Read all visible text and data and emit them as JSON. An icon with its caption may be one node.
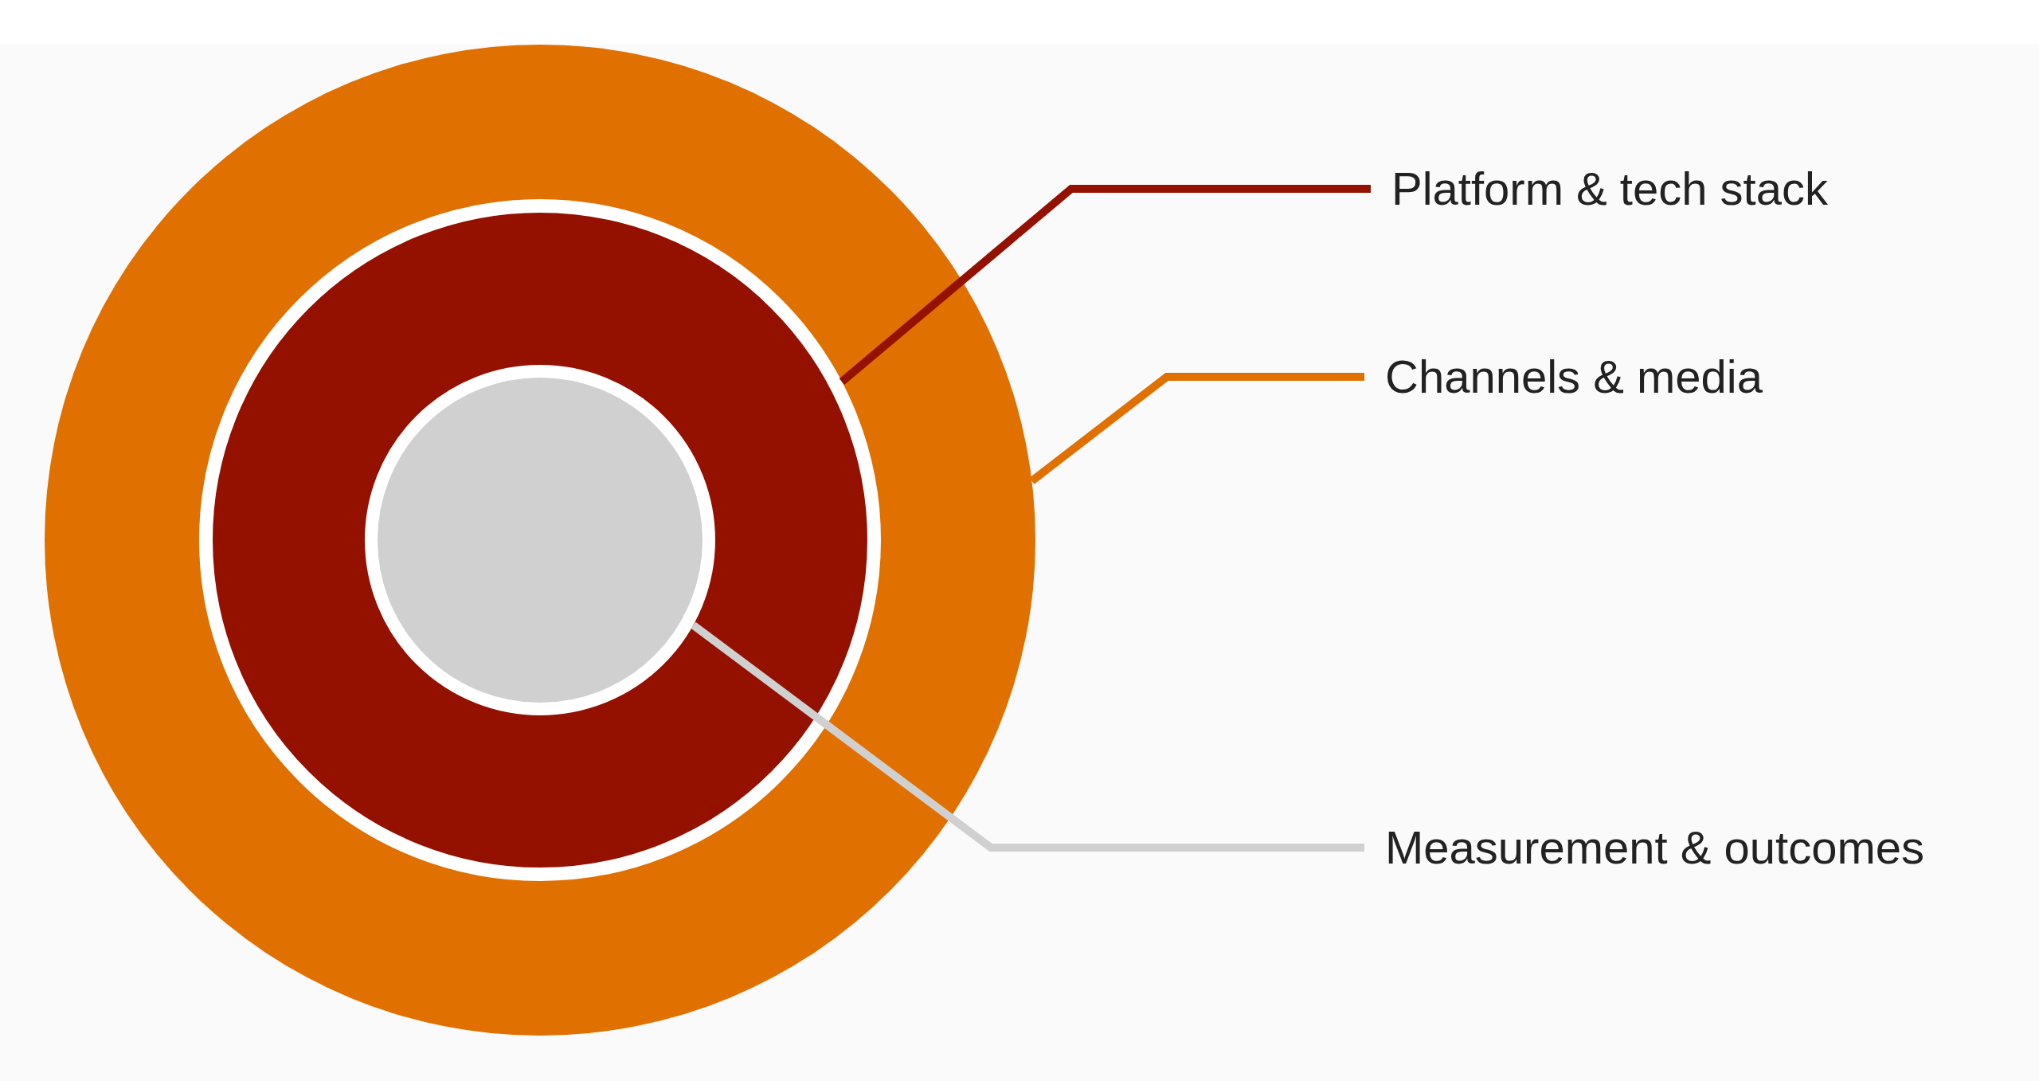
{
  "diagram": {
    "nodes": [
      {
        "text": [],
        "shape": "circle"
      },
      {
        "text": [],
        "shape": "circle",
        "in": 0
      },
      {
        "text": [],
        "shape": "circle",
        "in": 1
      },
      {
        "text": [
          "Platform & tech stack"
        ]
      },
      {
        "text": [
          "Channels & media"
        ]
      },
      {
        "text": [
          "Measurement & outcomes"
        ]
      }
    ],
    "edges": [
      {
        "from": 3,
        "to": 1,
        "arrow": "none",
        "color": "#941100"
      },
      {
        "from": 4,
        "to": 0,
        "arrow": "none",
        "color": "#e07000"
      },
      {
        "from": 5,
        "to": 2,
        "arrow": "none",
        "color": "#d0d0d0"
      }
    ]
  }
}
